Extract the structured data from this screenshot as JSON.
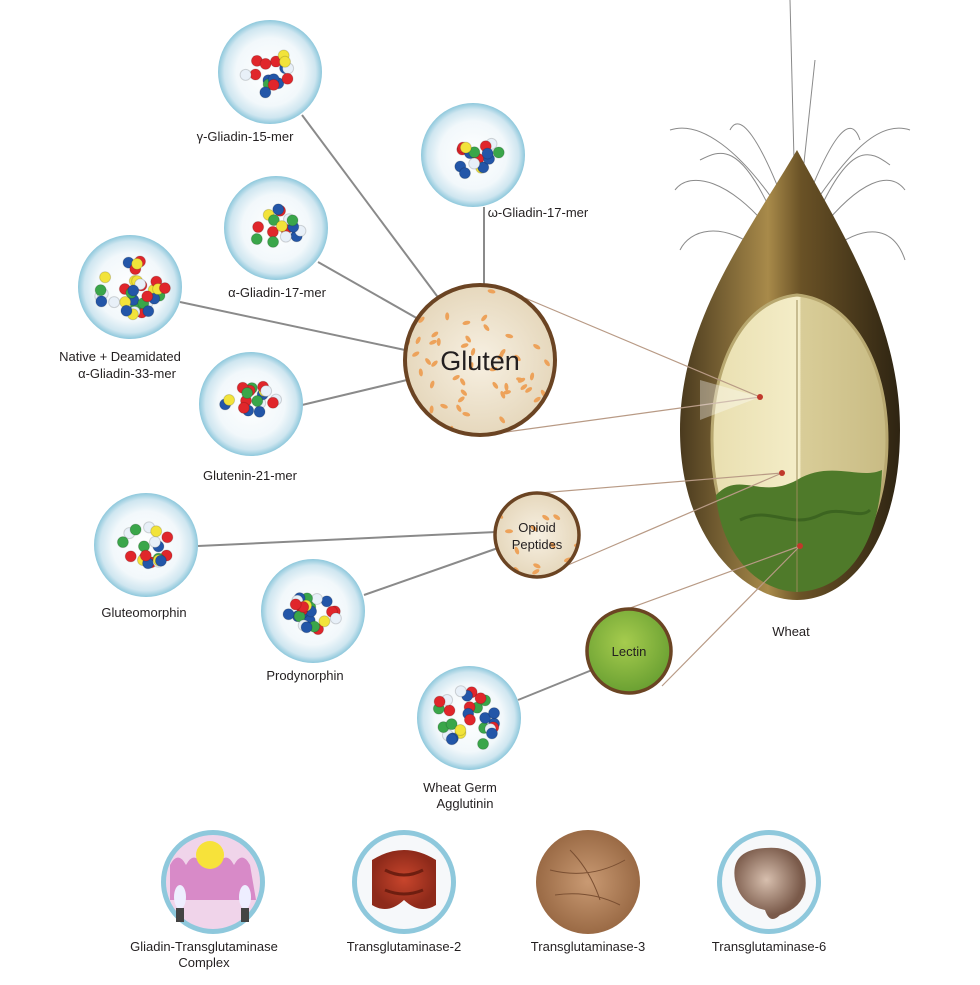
{
  "center": {
    "gluten": "Gluten",
    "opioid_line1": "Opioid",
    "opioid_line2": "Peptides",
    "lectin": "Lectin"
  },
  "wheat_label": "Wheat",
  "peptides": [
    {
      "label": "γ-Gliadin-15-mer"
    },
    {
      "label": "ω-Gliadin-17-mer"
    },
    {
      "label": "α-Gliadin-17-mer"
    },
    {
      "label_line1": "Native + Deamidated",
      "label_line2": "α-Gliadin-33-mer"
    },
    {
      "label": "Glutenin-21-mer"
    },
    {
      "label": "Gluteomorphin"
    },
    {
      "label": "Prodynorphin"
    },
    {
      "label_line1": "Wheat Germ",
      "label_line2": "Agglutinin"
    }
  ],
  "bottom": [
    {
      "label_line1": "Gliadin-Transglutaminase",
      "label_line2": "Complex"
    },
    {
      "label": "Transglutaminase-2"
    },
    {
      "label": "Transglutaminase-3"
    },
    {
      "label": "Transglutaminase-6"
    }
  ],
  "colors": {
    "atom_red": "#e0262b",
    "atom_blue": "#2356a8",
    "atom_green": "#3aa64a",
    "atom_yellow": "#f2e33a",
    "atom_white": "#e8f0f8",
    "ring": "#8ec8dc",
    "brown": "#6b4423",
    "lectin": "#7fb23a"
  }
}
